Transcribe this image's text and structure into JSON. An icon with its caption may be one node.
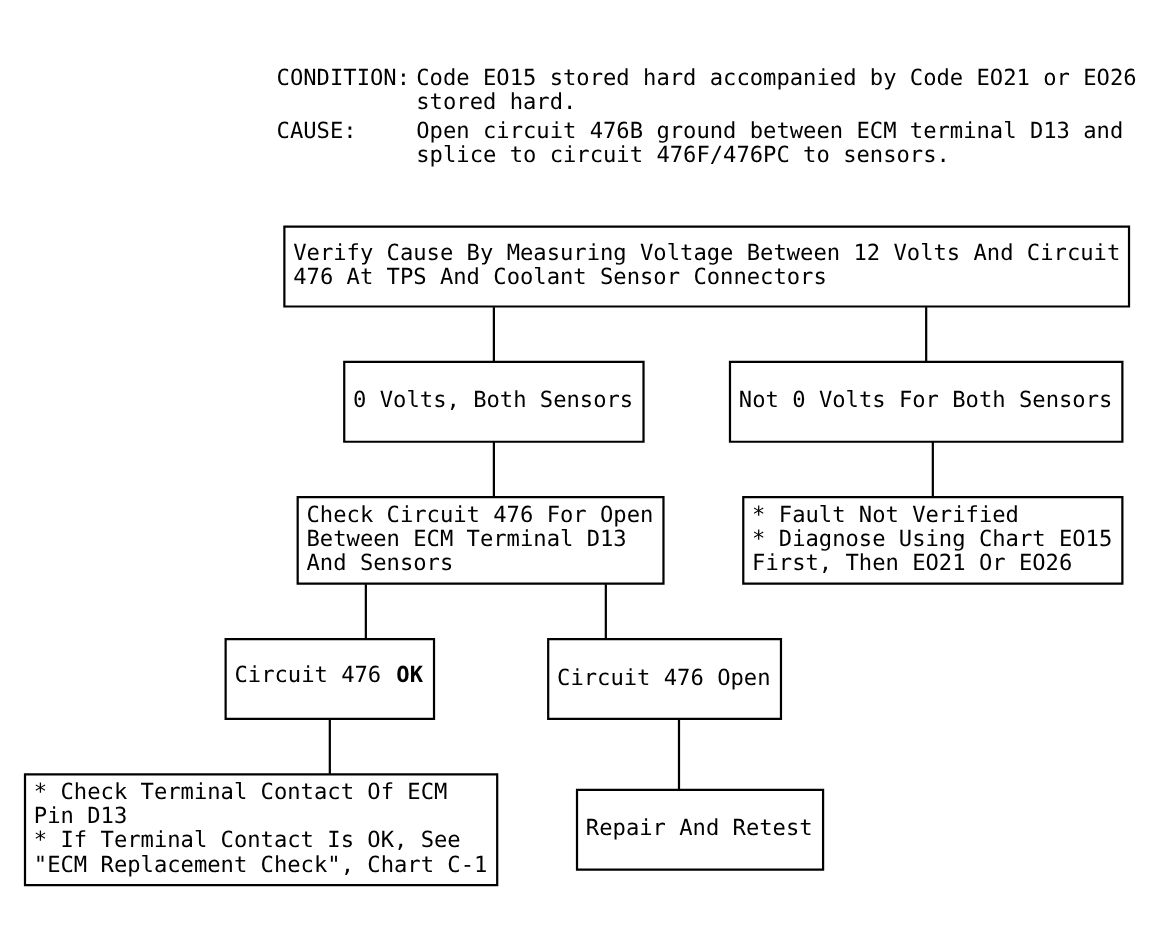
{
  "diagram": {
    "nodes": [
      {
        "text": [
          "Verify Cause By Measuring Voltage Between 12 Volts And Circuit 476 At TPS And Coolant Sensor Connectors"
        ]
      },
      {
        "text": [
          "0 Volts, Both Sensors"
        ]
      },
      {
        "text": [
          "Not 0 Volts For Both Sensors"
        ]
      },
      {
        "text": [
          "Check Circuit 476 For Open Between ECM Terminal D13 And Sensors"
        ]
      },
      {
        "text": [
          "* Fault Not Verified",
          "* Diagnose Using Chart EO15 First, Then EO21 Or EO26"
        ]
      },
      {
        "text": [
          "Circuit 476 **OK**"
        ]
      },
      {
        "text": [
          "Circuit 476 Open"
        ]
      },
      {
        "text": [
          "* Check Terminal Contact Of ECM Pin D13",
          "* If Terminal Contact Is OK, See \"ECM Replacement Check\", Chart C-1"
        ]
      },
      {
        "text": [
          "Repair And Retest"
        ]
      }
    ],
    "edges": [
      {
        "from": 0,
        "to": 1,
        "arrow": "none"
      },
      {
        "from": 0,
        "to": 2,
        "arrow": "none"
      },
      {
        "from": 1,
        "to": 3,
        "arrow": "none"
      },
      {
        "from": 2,
        "to": 4,
        "arrow": "none"
      },
      {
        "from": 3,
        "to": 5,
        "arrow": "none"
      },
      {
        "from": 3,
        "to": 6,
        "arrow": "none"
      },
      {
        "from": 5,
        "to": 7,
        "arrow": "none"
      },
      {
        "from": 6,
        "to": 8,
        "arrow": "none"
      }
    ],
    "labels": [
      "CONDITION:",
      "Code EO15 stored hard accompanied by Code EO21 or EO26 stored hard.",
      "CAUSE:",
      "Open circuit 476B ground between ECM terminal D13 and splice to circuit 476F/476PC to sensors."
    ]
  }
}
